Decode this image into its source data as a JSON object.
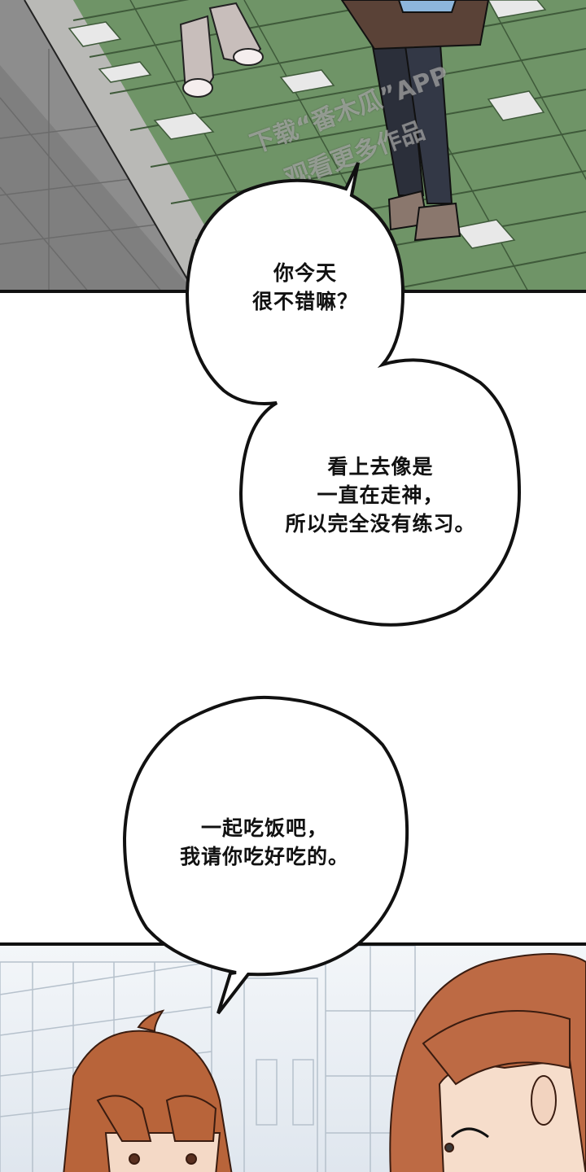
{
  "comic": {
    "panels": [
      {
        "id": "top",
        "scene": "street-pavement-feet",
        "colors": {
          "paving_green": "#6f9467",
          "paving_gray": "#9a9a9a",
          "curb": "#b9b9b6",
          "light_tile": "#e6e6e6"
        }
      },
      {
        "id": "bottom",
        "scene": "two-characters-city-buildings",
        "colors": {
          "sky": "#e8edf2",
          "hair": "#b8643a",
          "building": "#d3dbe3"
        }
      }
    ],
    "watermark": {
      "line1": "下载“番木瓜”APP",
      "line2": "观看更多作品"
    },
    "bubbles": [
      {
        "id": "bubble-1",
        "lines": "你今天\n很不错嘛？"
      },
      {
        "id": "bubble-2",
        "lines": "看上去像是\n一直在走神，\n所以完全没有练习。"
      },
      {
        "id": "bubble-3",
        "lines": "一起吃饭吧，\n我请你吃好吃的。"
      }
    ]
  }
}
